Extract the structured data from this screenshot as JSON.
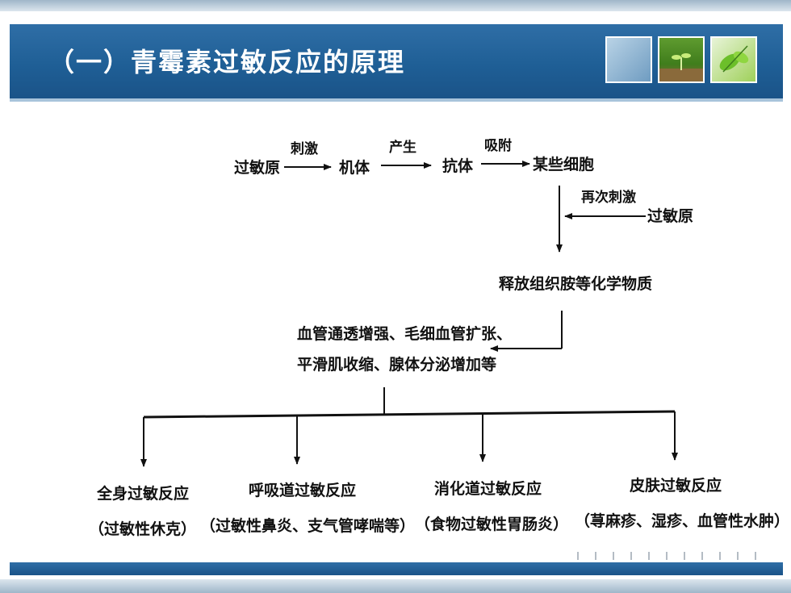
{
  "slide": {
    "title": "（一）青霉素过敏反应的原理"
  },
  "diagram": {
    "allergen_1": "过敏原",
    "label_stimulate": "刺激",
    "organism": "机体",
    "label_produce": "产生",
    "antibody": "抗体",
    "label_adsorb": "吸附",
    "certain_cells": "某些细胞",
    "label_restimulate": "再次刺激",
    "allergen_2": "过敏原",
    "release": "释放组织胺等化学物质",
    "effects_line1": "血管通透增强、毛细血管扩张、",
    "effects_line2": "平滑肌收缩、腺体分泌增加等",
    "reactions": [
      {
        "name": "全身过敏反应",
        "detail": "（过敏性休克）"
      },
      {
        "name": "呼吸道过敏反应",
        "detail": "（过敏性鼻炎、支气管哮喘等）"
      },
      {
        "name": "消化道过敏反应",
        "detail": "（食物过敏性胃肠炎）"
      },
      {
        "name": "皮肤过敏反应",
        "detail": "（荨麻疹、湿疹、血管性水肿）"
      }
    ]
  },
  "colors": {
    "header": "#1f5f96",
    "accent_light": "#a8c4db"
  },
  "icons": {
    "tile_1": "blank-blue-tile-icon",
    "tile_2": "sprout-soil-icon",
    "tile_3": "green-leaves-icon"
  }
}
